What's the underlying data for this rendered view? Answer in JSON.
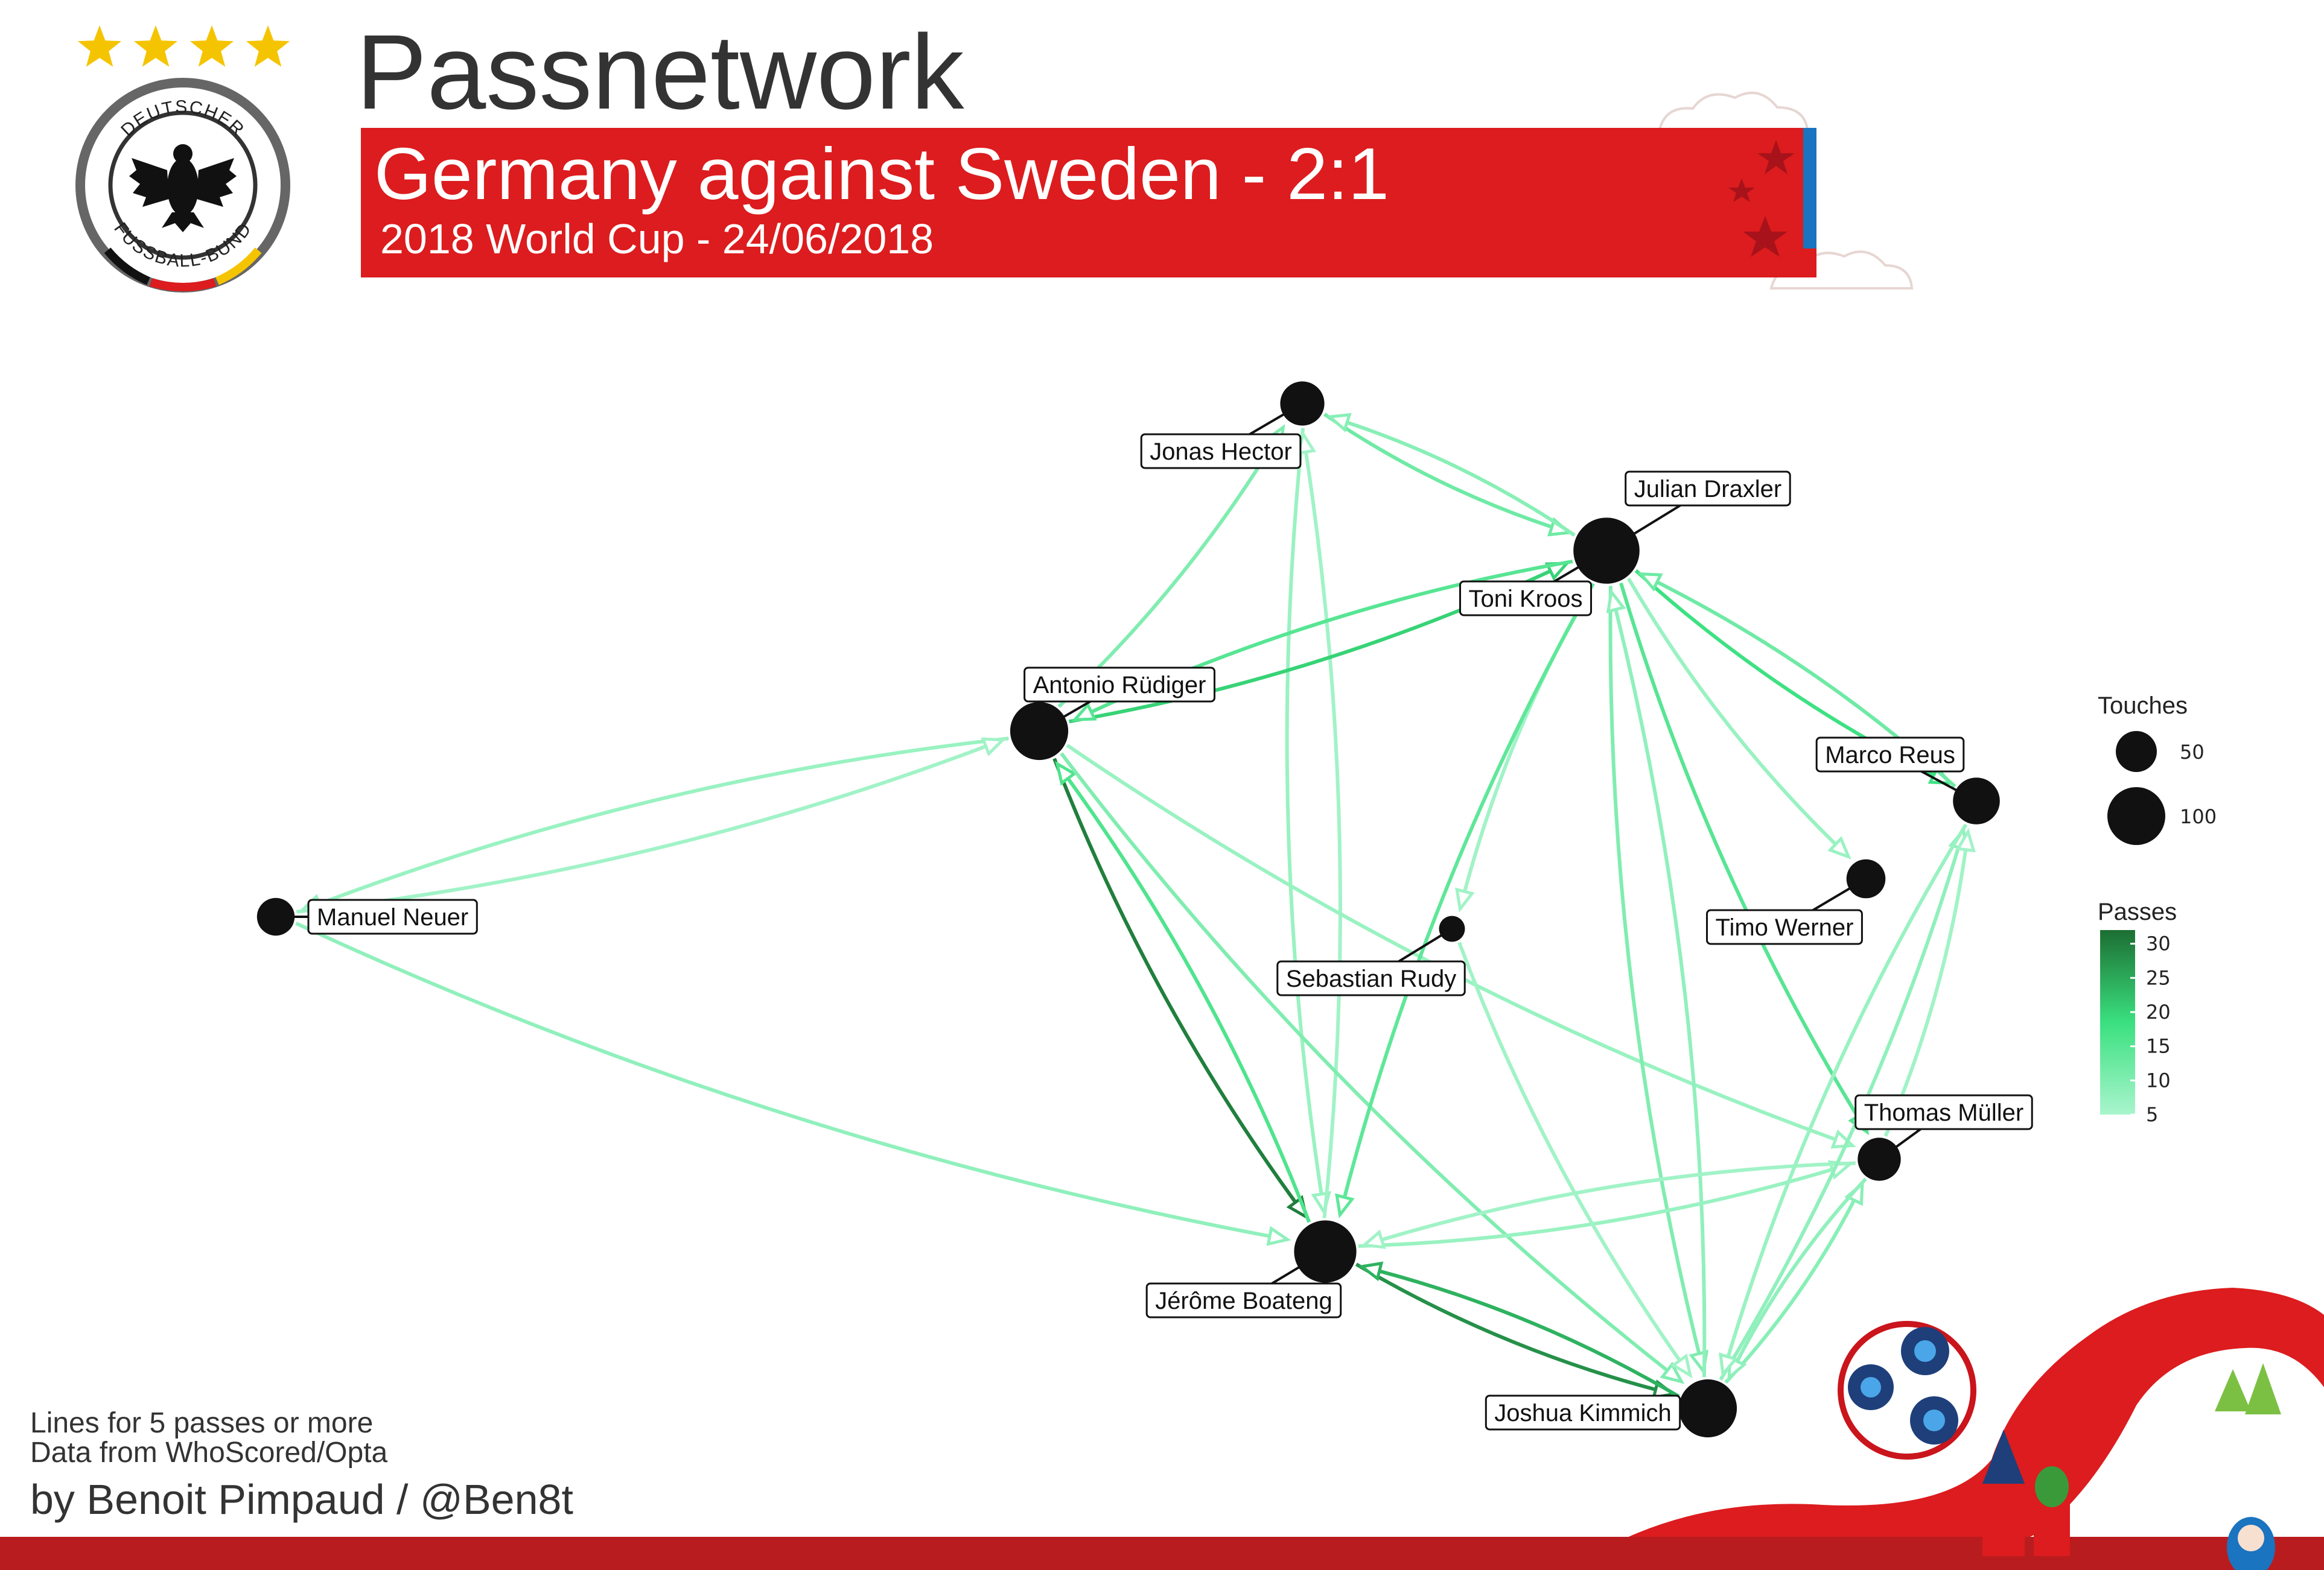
{
  "header": {
    "title": "Passnetwork",
    "banner_title": "Germany against Sweden - 2:1",
    "banner_subtitle": "2018 World Cup - 24/06/2018"
  },
  "logo": {
    "top_text": "DEUTSCHER",
    "bottom_text": "FUSSBALL-BUND",
    "stars": 4
  },
  "footer": {
    "note1": "Lines for 5 passes or more",
    "note2": "Data from WhoScored/Opta",
    "credit": "by Benoit Pimpaud / @Ben8t"
  },
  "colors": {
    "banner_red": "#dc1c1e",
    "banner_blue": "#1a74c0",
    "footer_red": "#b91c1e",
    "node": "#111111",
    "star": "#f5c400",
    "passes_low": "#a9f5cd",
    "passes_high": "#1c6e32"
  },
  "chart_data": {
    "type": "network",
    "legend_touches": {
      "title": "Touches",
      "values": [
        50,
        100
      ]
    },
    "legend_passes": {
      "title": "Passes",
      "ticks": [
        30,
        25,
        20,
        15,
        10,
        5
      ],
      "min": 5,
      "max": 32
    },
    "nodes": [
      {
        "id": "neuer",
        "label": "Manuel Neuer",
        "touches": 42
      },
      {
        "id": "hector",
        "label": "Jonas Hector",
        "touches": 58
      },
      {
        "id": "kroos",
        "label": "Toni Kroos",
        "touches": 130
      },
      {
        "id": "draxler",
        "label": "Julian Draxler",
        "touches": 0
      },
      {
        "id": "rudiger",
        "label": "Antonio Rüdiger",
        "touches": 100
      },
      {
        "id": "reus",
        "label": "Marco Reus",
        "touches": 65
      },
      {
        "id": "werner",
        "label": "Timo Werner",
        "touches": 45
      },
      {
        "id": "rudy",
        "label": "Sebastian Rudy",
        "touches": 20
      },
      {
        "id": "muller",
        "label": "Thomas Müller",
        "touches": 55
      },
      {
        "id": "boateng",
        "label": "Jérôme Boateng",
        "touches": 115
      },
      {
        "id": "kimmich",
        "label": "Joshua Kimmich",
        "touches": 100
      }
    ],
    "edges": [
      {
        "from": "hector",
        "to": "kroos",
        "passes": 12
      },
      {
        "from": "kroos",
        "to": "hector",
        "passes": 9
      },
      {
        "from": "rudiger",
        "to": "hector",
        "passes": 10
      },
      {
        "from": "hector",
        "to": "boateng",
        "passes": 7
      },
      {
        "from": "boateng",
        "to": "hector",
        "passes": 6
      },
      {
        "from": "rudiger",
        "to": "kroos",
        "passes": 20
      },
      {
        "from": "kroos",
        "to": "rudiger",
        "passes": 15
      },
      {
        "from": "rudiger",
        "to": "neuer",
        "passes": 7
      },
      {
        "from": "neuer",
        "to": "rudiger",
        "passes": 6
      },
      {
        "from": "neuer",
        "to": "boateng",
        "passes": 8
      },
      {
        "from": "rudiger",
        "to": "boateng",
        "passes": 30
      },
      {
        "from": "boateng",
        "to": "rudiger",
        "passes": 16
      },
      {
        "from": "rudiger",
        "to": "kimmich",
        "passes": 10
      },
      {
        "from": "rudiger",
        "to": "muller",
        "passes": 7
      },
      {
        "from": "kroos",
        "to": "rudy",
        "passes": 6
      },
      {
        "from": "kroos",
        "to": "boateng",
        "passes": 14
      },
      {
        "from": "kroos",
        "to": "werner",
        "passes": 7
      },
      {
        "from": "kroos",
        "to": "reus",
        "passes": 18
      },
      {
        "from": "reus",
        "to": "kroos",
        "passes": 12
      },
      {
        "from": "kroos",
        "to": "kimmich",
        "passes": 10
      },
      {
        "from": "kimmich",
        "to": "kroos",
        "passes": 8
      },
      {
        "from": "kroos",
        "to": "muller",
        "passes": 15
      },
      {
        "from": "boateng",
        "to": "kimmich",
        "passes": 28
      },
      {
        "from": "kimmich",
        "to": "boateng",
        "passes": 24
      },
      {
        "from": "boateng",
        "to": "muller",
        "passes": 7
      },
      {
        "from": "muller",
        "to": "boateng",
        "passes": 6
      },
      {
        "from": "kimmich",
        "to": "muller",
        "passes": 9
      },
      {
        "from": "muller",
        "to": "kimmich",
        "passes": 8
      },
      {
        "from": "kimmich",
        "to": "reus",
        "passes": 8
      },
      {
        "from": "reus",
        "to": "kimmich",
        "passes": 7
      },
      {
        "from": "rudy",
        "to": "kimmich",
        "passes": 6
      },
      {
        "from": "muller",
        "to": "reus",
        "passes": 6
      }
    ]
  }
}
